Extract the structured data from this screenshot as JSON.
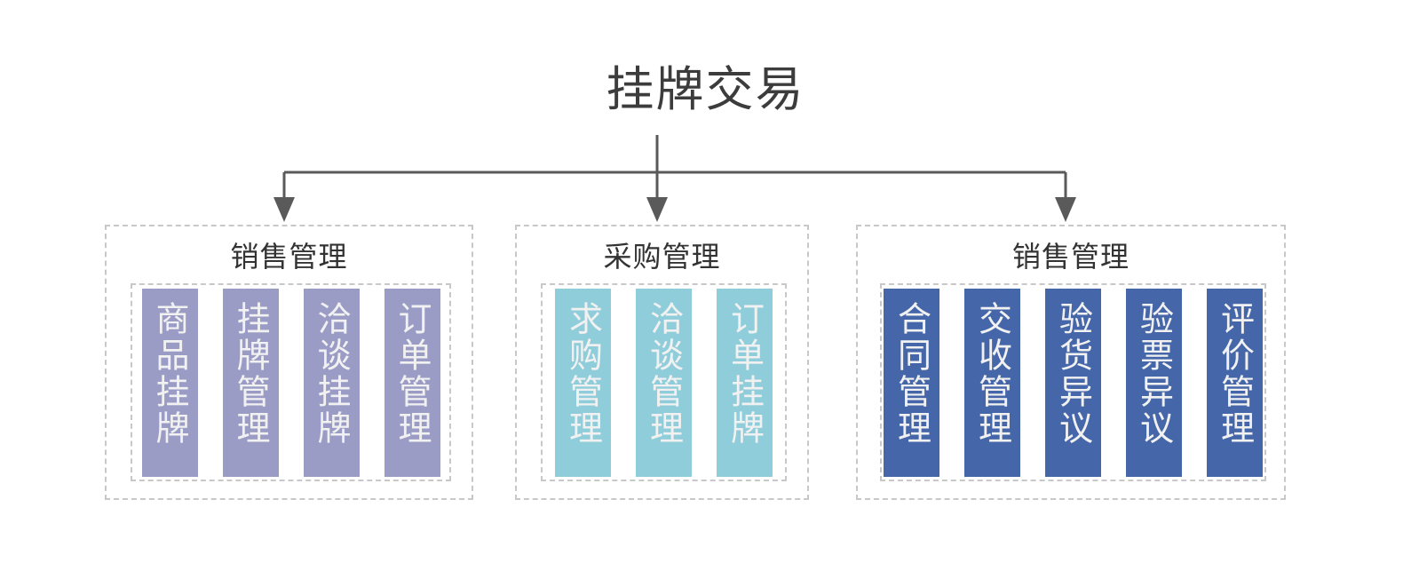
{
  "diagram": {
    "title": "挂牌交易",
    "title_color": "#3c3c3c",
    "background": "#ffffff",
    "connector_color": "#5a5a5a",
    "box_border_color": "#c8c8c8",
    "groups": [
      {
        "id": "group-sales-1",
        "title": "销售管理",
        "card_color": "#9a9cc6",
        "tone": "tone-purple",
        "items": [
          {
            "label": "商品挂牌"
          },
          {
            "label": "挂牌管理"
          },
          {
            "label": "洽谈挂牌"
          },
          {
            "label": "订单管理"
          }
        ]
      },
      {
        "id": "group-purchase",
        "title": "采购管理",
        "card_color": "#8fcdda",
        "tone": "tone-teal",
        "items": [
          {
            "label": "求购管理"
          },
          {
            "label": "洽谈管理"
          },
          {
            "label": "订单挂牌"
          }
        ]
      },
      {
        "id": "group-sales-2",
        "title": "销售管理",
        "card_color": "#4566a8",
        "tone": "tone-blue",
        "items": [
          {
            "label": "合同管理"
          },
          {
            "label": "交收管理"
          },
          {
            "label": "验货异议"
          },
          {
            "label": "验票异议"
          },
          {
            "label": "评价管理"
          }
        ]
      }
    ]
  }
}
